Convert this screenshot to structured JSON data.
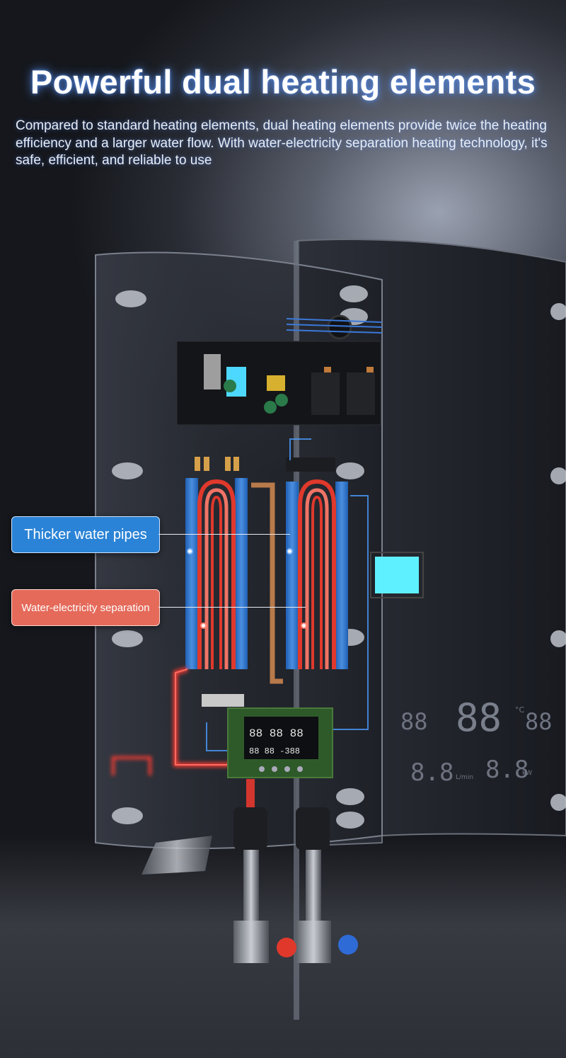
{
  "header": {
    "title": "Powerful dual heating elements",
    "subtitle": "Compared to standard heating elements, dual heating elements provide twice the heating efficiency and a larger water flow. With water-electricity separation heating technology, it's safe, efficient, and reliable to use"
  },
  "callouts": {
    "pipes_label": "Thicker water pipes",
    "separation_label": "Water-electricity separation"
  },
  "display": {
    "temp_small_left": "88",
    "temp_big": "88",
    "temp_small_right": "88",
    "temp_unit": "°C",
    "flow_value": "8.8",
    "flow_unit": "L/min",
    "power_value": "8.8",
    "power_unit": "kW"
  },
  "colors": {
    "accent_blue": "#2a83d6",
    "accent_red": "#e56a5a",
    "heating_red": "#e0392c"
  }
}
